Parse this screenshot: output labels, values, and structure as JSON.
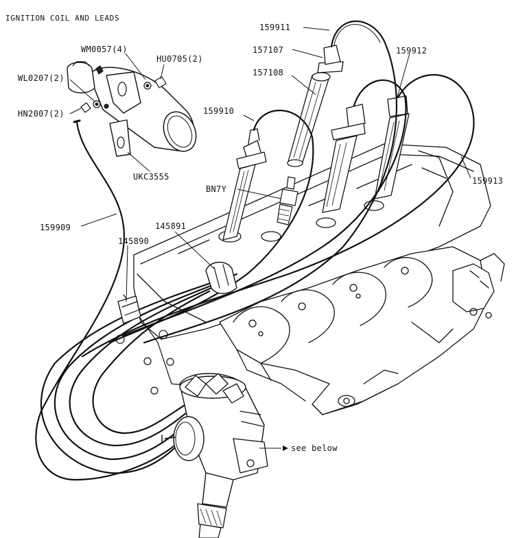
{
  "title": "IGNITION COIL AND LEADS",
  "parts": {
    "p159911": "159911",
    "p157107": "157107",
    "p157108": "157108",
    "p159912": "159912",
    "p159910": "159910",
    "p159913": "159913",
    "pBN7Y": "BN7Y",
    "p145891": "145891",
    "p145890": "145890",
    "p159909": "159909",
    "pWM0057": "WM0057(4)",
    "pHU0705": "HU0705(2)",
    "pWL0207": "WL0207(2)",
    "pHN2007": "HN2007(2)",
    "pUKC3555": "UKC3555"
  },
  "note": "see below"
}
